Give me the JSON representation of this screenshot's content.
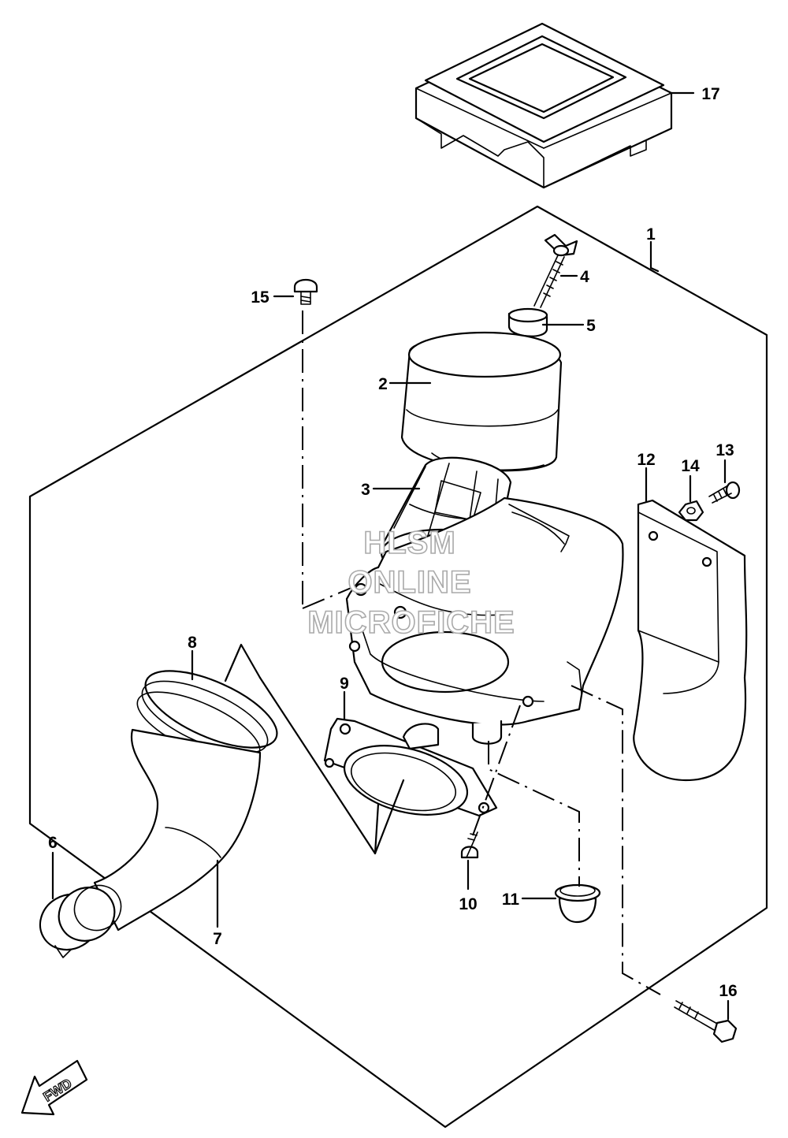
{
  "diagram": {
    "callouts": [
      {
        "id": "c1",
        "text": "1"
      },
      {
        "id": "c2",
        "text": "2"
      },
      {
        "id": "c3",
        "text": "3"
      },
      {
        "id": "c4",
        "text": "4"
      },
      {
        "id": "c5",
        "text": "5"
      },
      {
        "id": "c6",
        "text": "6"
      },
      {
        "id": "c7",
        "text": "7"
      },
      {
        "id": "c8",
        "text": "8"
      },
      {
        "id": "c9",
        "text": "9"
      },
      {
        "id": "c10",
        "text": "10"
      },
      {
        "id": "c11",
        "text": "11"
      },
      {
        "id": "c12",
        "text": "12"
      },
      {
        "id": "c13",
        "text": "13"
      },
      {
        "id": "c14",
        "text": "14"
      },
      {
        "id": "c15",
        "text": "15"
      },
      {
        "id": "c16",
        "text": "16"
      },
      {
        "id": "c17",
        "text": "17"
      }
    ],
    "direction_label": "FWD",
    "watermark": {
      "line1": "HLSM",
      "line2": "ONLINE",
      "line3": "MICROFICHE"
    }
  }
}
